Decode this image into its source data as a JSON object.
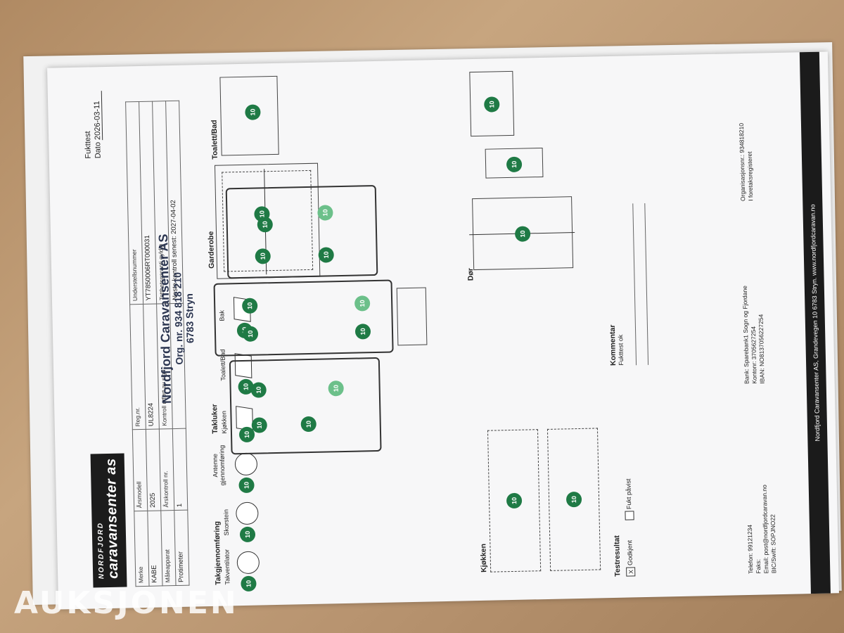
{
  "header": {
    "logo_line1": "NORDFJORD",
    "logo_line2": "caravansenter as",
    "form_title": "Fukttest",
    "date_label": "Dato",
    "date_value": "2026-03-11"
  },
  "stamp": {
    "line1": "Nordfjord Caravansenter AS",
    "line2": "Org. nr. 934 818 210",
    "line3": "6783 Stryn"
  },
  "info_table": {
    "row1": [
      "Merke",
      "Årsmodell",
      "Reg.nr.",
      "Understellsnummer"
    ],
    "row2": [
      "KABE",
      "2025",
      "UL8224",
      "YT7850006RT000031"
    ],
    "row3": [
      "Måleapparat",
      "Årskontroll nr.",
      "Kontroll utført av sign :",
      "Tetthetsgaranti gyldig"
    ],
    "row4": [
      "Protimeter",
      "1",
      "",
      "Neste kontroll senest: 2027-04-02"
    ]
  },
  "roof": {
    "title": "Takgjennomføring",
    "items": [
      "Takventilator",
      "Skorstein",
      "Antenne gjennomføring"
    ],
    "value": "10"
  },
  "hatches": {
    "title": "Takluker",
    "items": [
      "Kjøkken",
      "Toalett/Bad",
      "Bak"
    ],
    "value": "10"
  },
  "sections": {
    "garderobe": "Garderobe",
    "toilet": "Toalett/Bad",
    "door": "Dør",
    "kitchen": "Kjøkken"
  },
  "test_result": {
    "title": "Testresultat",
    "approved_label": "Godkjent",
    "approved_mark": "X",
    "moisture_label": "Fukt påvist"
  },
  "comment": {
    "title": "Kommentar",
    "text": "Fukttest ok"
  },
  "reading_value": "10",
  "contact": {
    "phone": "Telefon: 99121234",
    "fax": "Faks:",
    "email": "Email: post@nordfjordcaravan.no",
    "bic": "BIC/Swift: SOPJNO22",
    "bank": "Bank: Sparebank1 Sogn og Fjordane",
    "account": "Kontonr: 3705627254",
    "iban": "IBAN: NO8137056227254",
    "org": "Organisasjonsnr.: 934818210",
    "register": "I foretaksregisteret"
  },
  "footer": "Nordfjord Caravansenter AS, Grandevegen 10 6783 Stryn. www.nordfjordcaravan.no",
  "watermark": "AUKSJONEN"
}
